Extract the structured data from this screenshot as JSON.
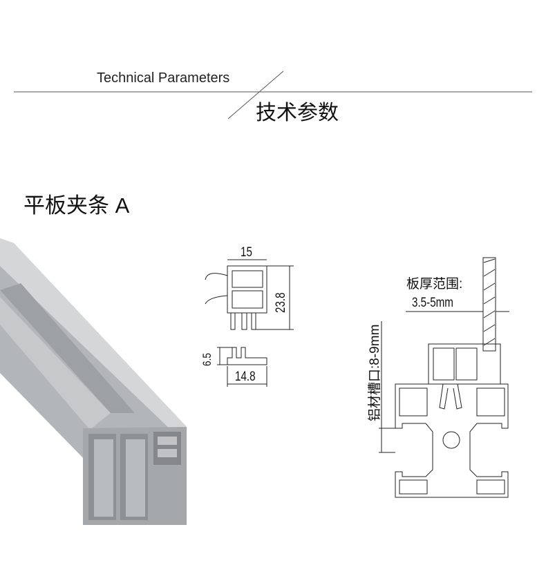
{
  "header": {
    "title_en": "Technical Parameters",
    "title_cn": "技术参数"
  },
  "product": {
    "name": "平板夹条 A"
  },
  "drawing": {
    "clip_width": "15",
    "clip_height": "23.8",
    "base_height": "6.5",
    "base_width": "14.8",
    "panel_thickness_label": "板厚范围:",
    "panel_thickness_value": "3.5-5mm",
    "slot_label": "铝材槽口:8-9mm"
  },
  "colors": {
    "profile_gray": "#a9acae",
    "line": "#222222"
  }
}
